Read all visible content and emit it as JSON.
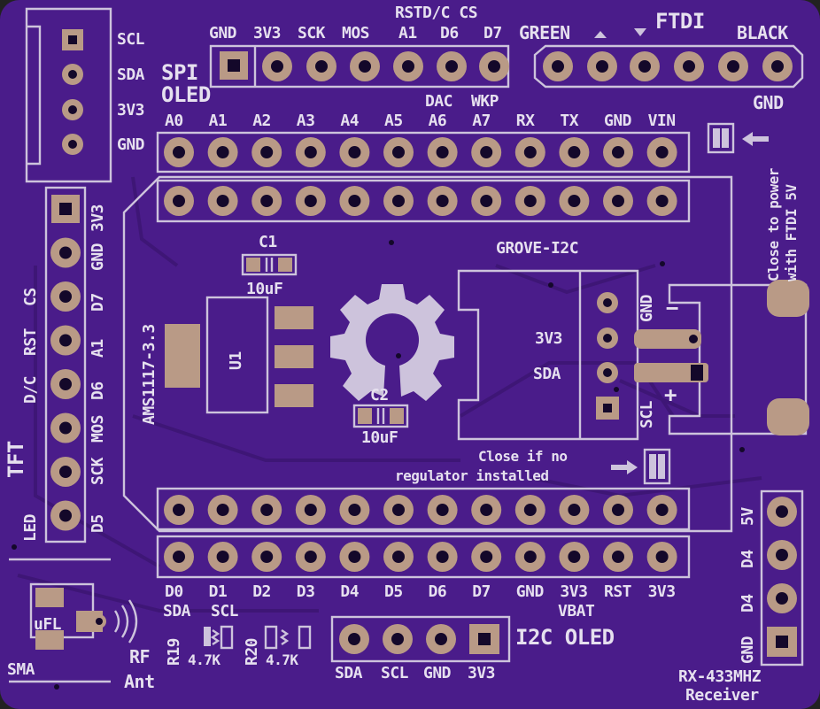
{
  "board": {
    "colors": {
      "soldermask": "#4a1c8a",
      "silkscreen": "#e6e0ef",
      "pad": "#b99a86"
    },
    "oled_header": {
      "pins": [
        "SCL",
        "SDA",
        "3V3",
        "GND"
      ],
      "label": "SPI OLED"
    },
    "spi_header": {
      "top_labels": [
        "RSTD/C CS"
      ],
      "pins": [
        "GND",
        "3V3",
        "SCK",
        "MOS",
        "A1",
        "D6",
        "D7"
      ],
      "sub_labels": [
        "DAC",
        "WKP"
      ]
    },
    "ftdi": {
      "title": "FTDI",
      "left": "GREEN",
      "right": "BLACK",
      "gnd": "GND"
    },
    "power_note": {
      "line1": "Close to power",
      "line2": "with FTDI 5V"
    },
    "top_row_labels": [
      "A0",
      "A1",
      "A2",
      "A3",
      "A4",
      "A5",
      "A6",
      "A7",
      "RX",
      "TX",
      "GND",
      "VIN"
    ],
    "tft": {
      "title": "TFT",
      "pins": [
        "3V3",
        "GND",
        "D7",
        "A1",
        "D6",
        "SCK",
        "MOS",
        "D5"
      ],
      "left_labels": [
        "CS",
        "RST",
        "D/C",
        "LED"
      ]
    },
    "c1": {
      "name": "C1",
      "value": "10uF"
    },
    "c2": {
      "name": "C2",
      "value": "10uF"
    },
    "regulator": {
      "name": "AMS1117-3.3",
      "ref": "U1"
    },
    "grove": {
      "title": "GROVE-I2C",
      "pins": [
        "GND",
        "3V3",
        "SDA",
        "SCL"
      ]
    },
    "regulator_note": {
      "line1": "Close if no",
      "line2": "regulator installed"
    },
    "bottom_row_labels": [
      "D0",
      "D1",
      "D2",
      "D3",
      "D4",
      "D5",
      "D6",
      "D7",
      "GND",
      "3V3",
      "RST",
      "3V3"
    ],
    "vbat": "VBAT",
    "antenna": {
      "ufl": "uFL",
      "sma": "SMA",
      "rf": "RF",
      "ant": "Ant"
    },
    "resistors": {
      "r19": "R19",
      "r20": "R20",
      "value": "4.7K",
      "sda": "SDA",
      "scl": "SCL"
    },
    "i2c_oled": {
      "title": "I2C OLED",
      "pins": [
        "SDA",
        "SCL",
        "GND",
        "3V3"
      ]
    },
    "rx433": {
      "title_line1": "RX-433MHZ",
      "title_line2": "Receiver",
      "pins": [
        "5V",
        "D4",
        "D4",
        "GND"
      ]
    },
    "battery": {
      "minus": "−",
      "plus": "+"
    }
  }
}
